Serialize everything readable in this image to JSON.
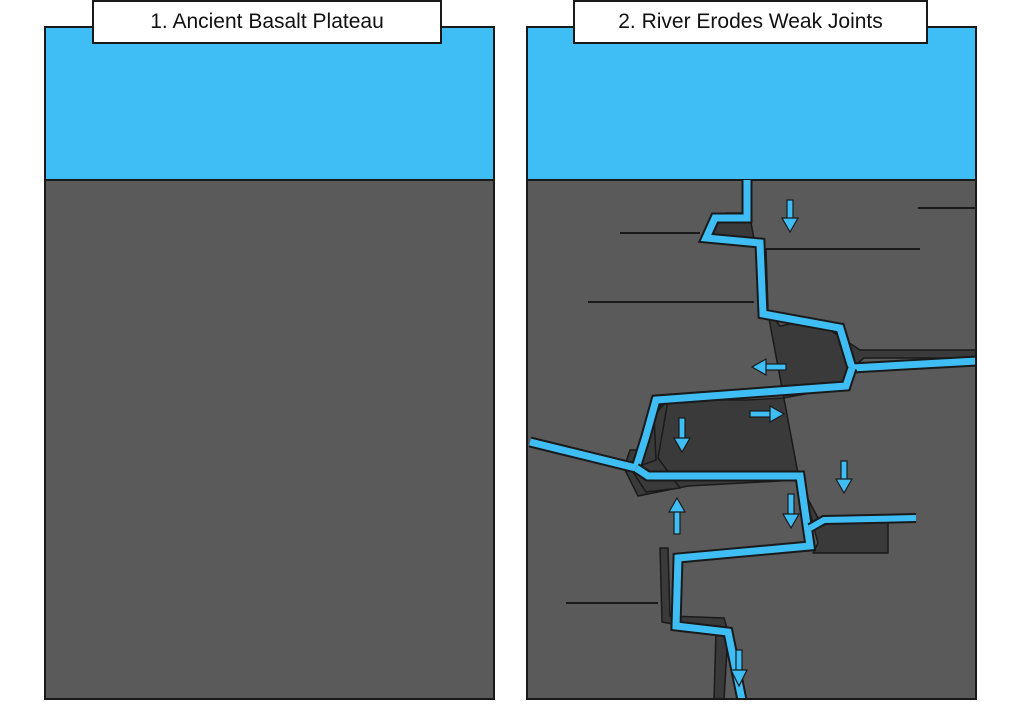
{
  "panels": [
    {
      "title": "1. Ancient Basalt Plateau",
      "layers": [
        "sky",
        "basalt-rock"
      ]
    },
    {
      "title": "2. River Erodes Weak Joints",
      "layers": [
        "sky",
        "basalt-rock",
        "river-channel",
        "joint-cracks"
      ],
      "flow_arrows": [
        "down",
        "down",
        "left",
        "right",
        "down",
        "down",
        "up",
        "down"
      ]
    }
  ],
  "colors": {
    "sky": "#3fbef5",
    "water": "#3fbef5",
    "rock": "#5a5a5a",
    "rock_shadow": "#3a3a3a",
    "outline": "#1a1a1a",
    "title_background": "#ffffff"
  }
}
